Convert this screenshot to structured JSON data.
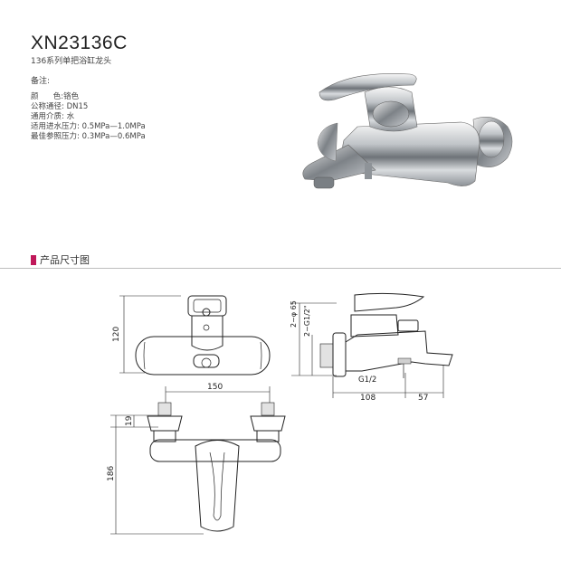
{
  "product": {
    "model": "XN23136C",
    "subtitle": "136系列单把浴缸龙头",
    "remark_label": "备注:"
  },
  "specs": [
    {
      "label": "颜      色:",
      "value": "铬色"
    },
    {
      "label": "公称通径:",
      "value": "DN15"
    },
    {
      "label": "通用介质:",
      "value": "水"
    },
    {
      "label": "适用进水压力:",
      "value": "0.5MPa—1.0MPa"
    },
    {
      "label": "最佳参照压力:",
      "value": "0.3MPa—0.6MPa"
    }
  ],
  "section": {
    "title": "产品尺寸图"
  },
  "dimensions": {
    "height_120": "120",
    "width_150": "150",
    "d19": "19",
    "d186": "186",
    "d_2_65": "2~φ 65",
    "d_2_g12": "2~G1/2\"",
    "g12": "G1/2",
    "d108": "108",
    "d57": "57"
  },
  "colors": {
    "accent": "#c0185a"
  }
}
